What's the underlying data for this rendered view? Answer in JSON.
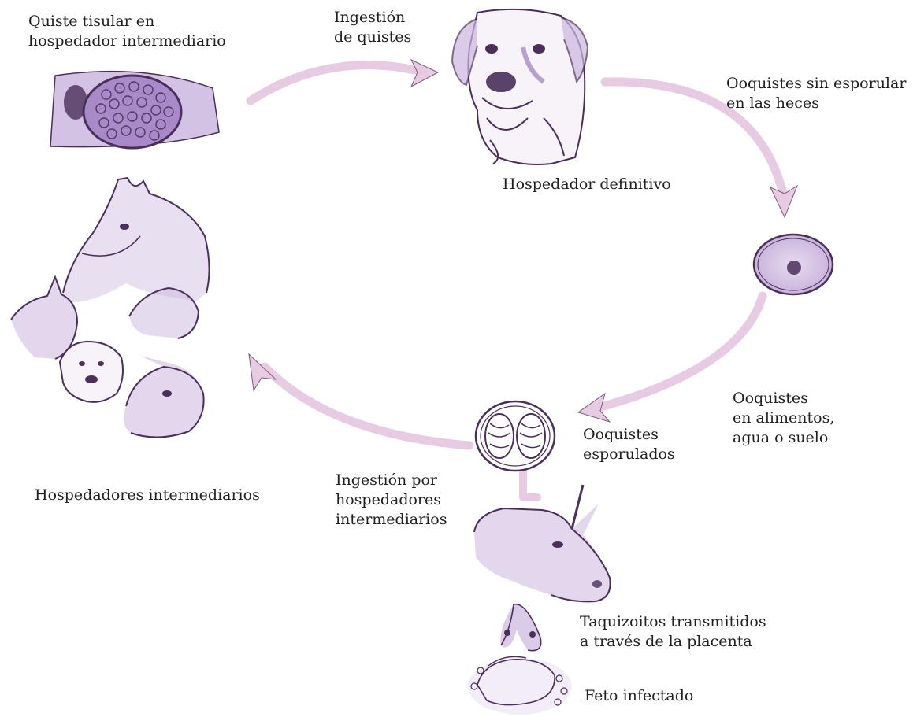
{
  "colors": {
    "arrow": "#e6cbe3",
    "arrow_edge": "#7d5a7a",
    "ink": "#4a2f59",
    "tint": "#cbb7df",
    "tint_dark": "#8b6bb0",
    "cyst_fill": "#a98ac9",
    "text": "#1f1f1f"
  },
  "icons": {
    "tissue_cyst": "tissue-cyst-illustration",
    "definitive_host": "dog-head-illustration",
    "intermediate_hosts": "animal-heads-illustration",
    "unsporulated_oocyst": "oocyst-illustration",
    "sporulated_oocyst": "sporulated-oocyst-illustration",
    "cow": "cow-head-illustration",
    "tachyzoites": "tachyzoites-illustration",
    "fetus": "fetus-illustration"
  },
  "labels": {
    "tissue_cyst": [
      "Quiste tisular en",
      "hospedador intermediario"
    ],
    "cyst_ingestion": [
      "Ingestión",
      "de quistes"
    ],
    "unsporulated_oocysts": [
      "Ooquistes sin esporular",
      "en las heces"
    ],
    "definitive_host": [
      "Hospedador definitivo"
    ],
    "oocysts_environment": [
      "Ooquistes",
      "en alimentos,",
      "agua o suelo"
    ],
    "sporulated_oocysts": [
      "Ooquistes",
      "esporulados"
    ],
    "intermediate_ingestion": [
      "Ingestión por",
      "hospedadores",
      "intermediarios"
    ],
    "intermediate_hosts": [
      "Hospedadores intermediarios"
    ],
    "tachyzoites": [
      "Taquizoitos transmitidos",
      "a través de la placenta"
    ],
    "infected_fetus": [
      "Feto infectado"
    ]
  }
}
